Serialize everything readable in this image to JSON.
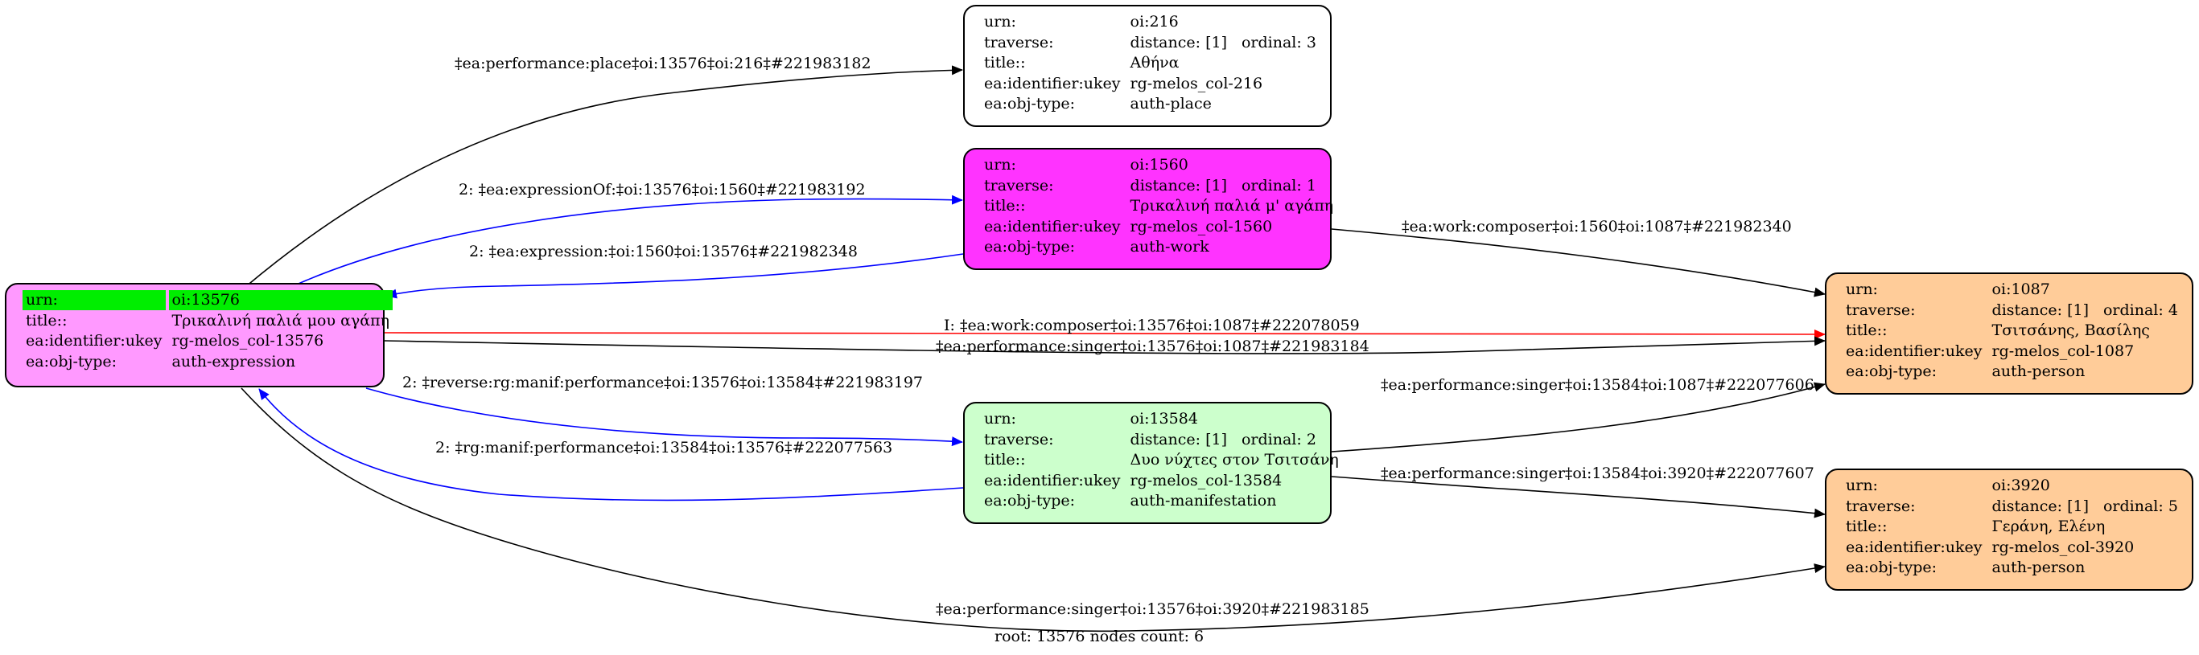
{
  "footer": "root: 13576 nodes count: 6",
  "colors": {
    "root_fill": "#ff99ff",
    "work_fill": "#ff33ff",
    "manif_fill": "#ccffcc",
    "person_fill": "#ffcc99",
    "place_fill": "#ffffff",
    "highlight": "#00ee00",
    "edge_default": "#000000",
    "edge_blue": "#0000ff",
    "edge_red": "#ff0000"
  },
  "nodes": {
    "n13576": {
      "urn_label": "urn:",
      "urn": "oi:13576",
      "title_label": "title::",
      "title": "Τρικαλινή παλιά μου αγάπη",
      "ukey_label": "ea:identifier:ukey",
      "ukey": "rg-melos_col-13576",
      "type_label": "ea:obj-type:",
      "type": "auth-expression"
    },
    "n216": {
      "urn_label": "urn:",
      "urn": "oi:216",
      "traverse_label": "traverse:",
      "distance": "distance: [1]",
      "ordinal": "ordinal: 3",
      "title_label": "title::",
      "title": "Αθήνα",
      "ukey_label": "ea:identifier:ukey",
      "ukey": "rg-melos_col-216",
      "type_label": "ea:obj-type:",
      "type": "auth-place"
    },
    "n1560": {
      "urn_label": "urn:",
      "urn": "oi:1560",
      "traverse_label": "traverse:",
      "distance": "distance: [1]",
      "ordinal": "ordinal: 1",
      "title_label": "title::",
      "title": "Τρικαλινή παλιά μ' αγάπη",
      "ukey_label": "ea:identifier:ukey",
      "ukey": "rg-melos_col-1560",
      "type_label": "ea:obj-type:",
      "type": "auth-work"
    },
    "n13584": {
      "urn_label": "urn:",
      "urn": "oi:13584",
      "traverse_label": "traverse:",
      "distance": "distance: [1]",
      "ordinal": "ordinal: 2",
      "title_label": "title::",
      "title": "Δυο νύχτες στον Τσιτσάνη",
      "ukey_label": "ea:identifier:ukey",
      "ukey": "rg-melos_col-13584",
      "type_label": "ea:obj-type:",
      "type": "auth-manifestation"
    },
    "n1087": {
      "urn_label": "urn:",
      "urn": "oi:1087",
      "traverse_label": "traverse:",
      "distance": "distance: [1]",
      "ordinal": "ordinal: 4",
      "title_label": "title::",
      "title": "Τσιτσάνης, Βασίλης",
      "ukey_label": "ea:identifier:ukey",
      "ukey": "rg-melos_col-1087",
      "type_label": "ea:obj-type:",
      "type": "auth-person"
    },
    "n3920": {
      "urn_label": "urn:",
      "urn": "oi:3920",
      "traverse_label": "traverse:",
      "distance": "distance: [1]",
      "ordinal": "ordinal: 5",
      "title_label": "title::",
      "title": "Γεράνη, Ελένη",
      "ukey_label": "ea:identifier:ukey",
      "ukey": "rg-melos_col-3920",
      "type_label": "ea:obj-type:",
      "type": "auth-person"
    }
  },
  "edges": [
    {
      "label": "‡ea:performance:place‡oi:13576‡oi:216‡#221983182",
      "color": "#000000"
    },
    {
      "label": "2: ‡ea:expressionOf:‡oi:13576‡oi:1560‡#221983192",
      "color": "#0000ff"
    },
    {
      "label": "2: ‡ea:expression:‡oi:1560‡oi:13576‡#221982348",
      "color": "#0000ff"
    },
    {
      "label": "‡ea:work:composer‡oi:1560‡oi:1087‡#221982340",
      "color": "#000000"
    },
    {
      "label": "I: ‡ea:work:composer‡oi:13576‡oi:1087‡#222078059",
      "color": "#ff0000"
    },
    {
      "label": "‡ea:performance:singer‡oi:13576‡oi:1087‡#221983184",
      "color": "#000000"
    },
    {
      "label": "2: ‡reverse:rg:manif:performance‡oi:13576‡oi:13584‡#221983197",
      "color": "#0000ff"
    },
    {
      "label": "2: ‡rg:manif:performance‡oi:13584‡oi:13576‡#222077563",
      "color": "#0000ff"
    },
    {
      "label": "‡ea:performance:singer‡oi:13584‡oi:1087‡#222077606",
      "color": "#000000"
    },
    {
      "label": "‡ea:performance:singer‡oi:13584‡oi:3920‡#222077607",
      "color": "#000000"
    },
    {
      "label": "‡ea:performance:singer‡oi:13576‡oi:3920‡#221983185",
      "color": "#000000"
    }
  ]
}
